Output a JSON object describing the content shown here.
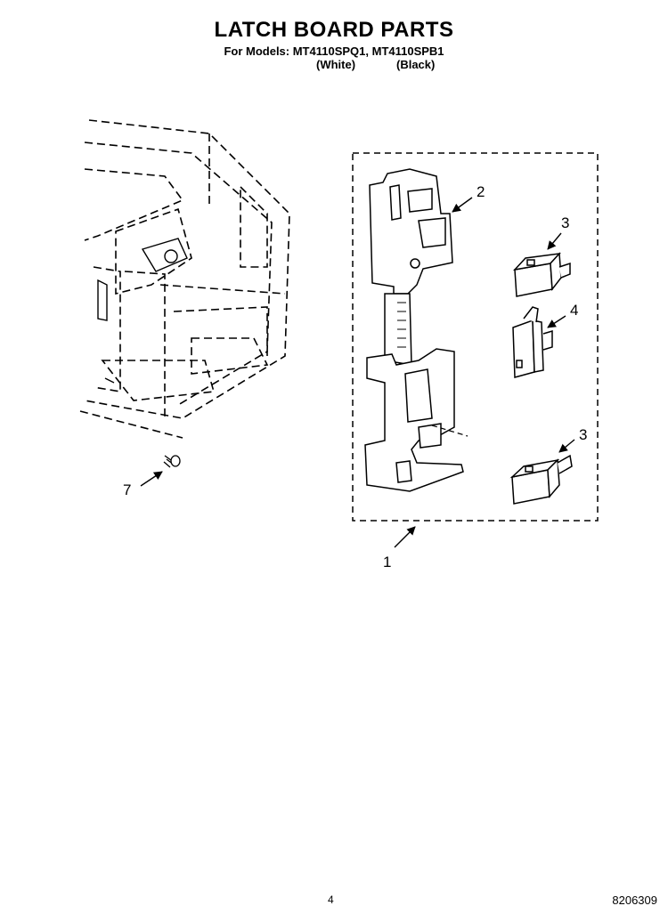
{
  "header": {
    "title": "LATCH BOARD PARTS",
    "models": "For Models: MT4110SPQ1, MT4110SPB1",
    "variant_white": "(White)",
    "variant_black": "(Black)"
  },
  "callouts": {
    "c1": "1",
    "c2": "2",
    "c3a": "3",
    "c4": "4",
    "c3b": "3",
    "c7": "7"
  },
  "footer": {
    "page_number": "4",
    "document_number": "8206309"
  }
}
